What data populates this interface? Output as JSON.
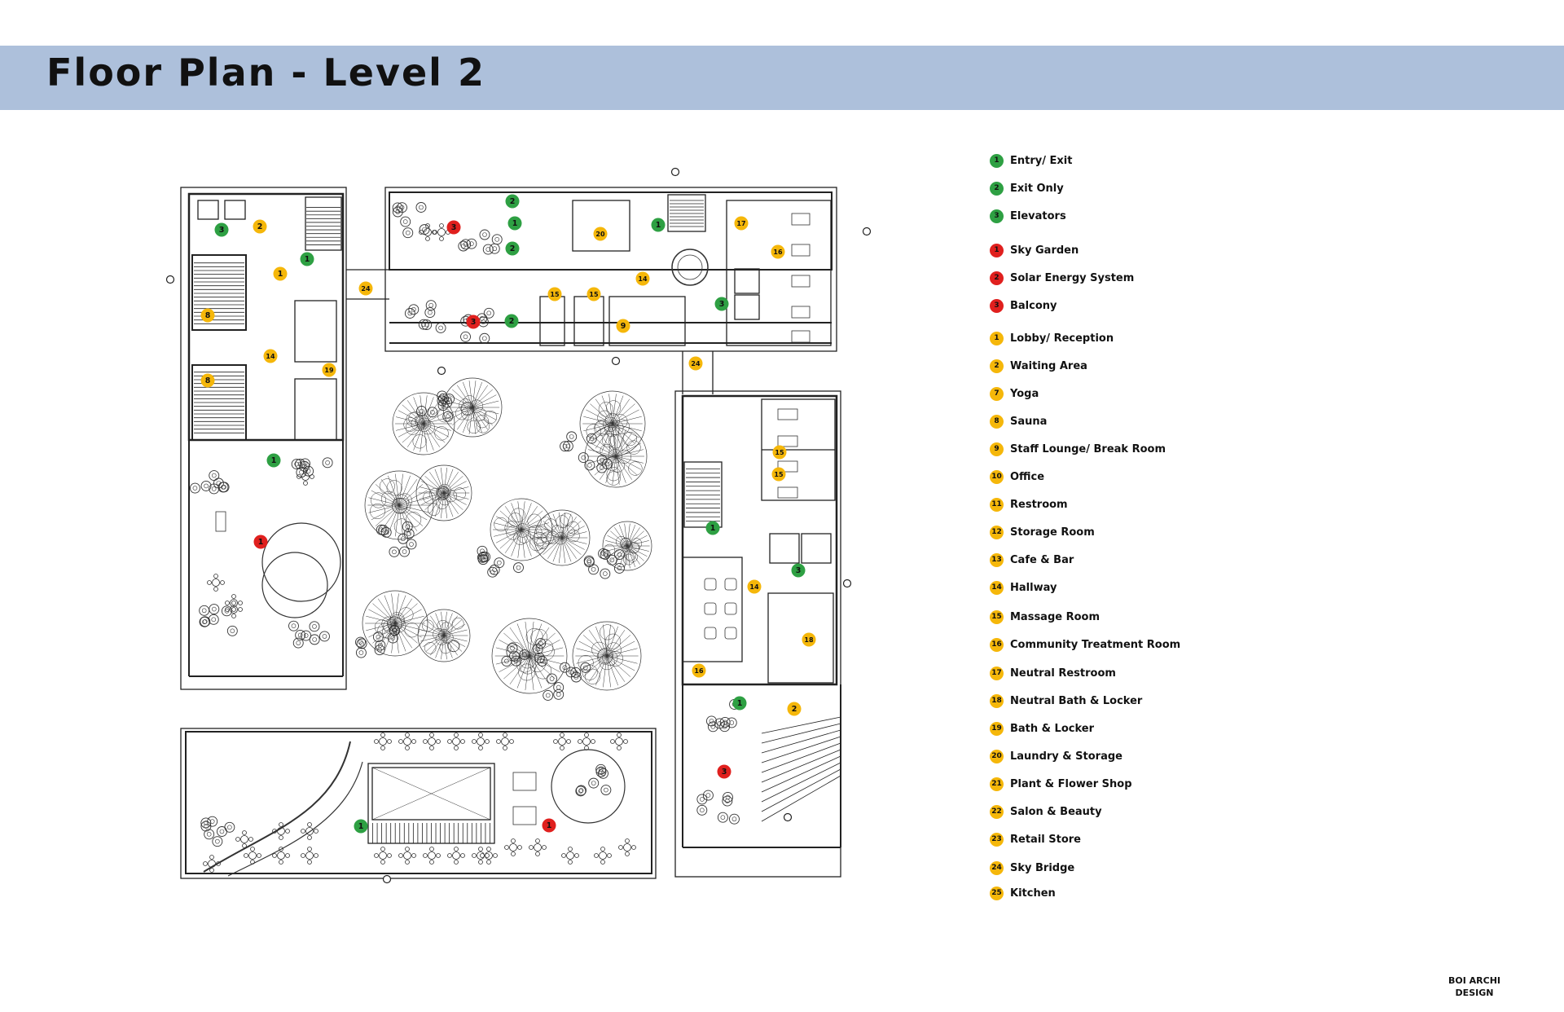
{
  "page": {
    "title": "Floor Plan - Level 2"
  },
  "colors": {
    "title_band": "#adc0db",
    "green": "#2ea043",
    "red": "#e0201e",
    "yellow": "#f5b70a",
    "line": "#222222"
  },
  "legend": [
    {
      "num": "1",
      "label": "Entry/ Exit",
      "color": "green"
    },
    {
      "num": "2",
      "label": "Exit Only",
      "color": "green"
    },
    {
      "num": "3",
      "label": "Elevators",
      "color": "green"
    },
    {
      "num": "1",
      "label": "Sky Garden",
      "color": "red"
    },
    {
      "num": "2",
      "label": "Solar Energy System",
      "color": "red"
    },
    {
      "num": "3",
      "label": "Balcony",
      "color": "red"
    },
    {
      "num": "1",
      "label": "Lobby/ Reception",
      "color": "yellow"
    },
    {
      "num": "2",
      "label": "Waiting Area",
      "color": "yellow"
    },
    {
      "num": "7",
      "label": "Yoga",
      "color": "yellow"
    },
    {
      "num": "8",
      "label": "Sauna",
      "color": "yellow"
    },
    {
      "num": "9",
      "label": "Staff Lounge/ Break Room",
      "color": "yellow"
    },
    {
      "num": "10",
      "label": "Office",
      "color": "yellow"
    },
    {
      "num": "11",
      "label": "Restroom",
      "color": "yellow"
    },
    {
      "num": "12",
      "label": "Storage Room",
      "color": "yellow"
    },
    {
      "num": "13",
      "label": "Cafe & Bar",
      "color": "yellow"
    },
    {
      "num": "14",
      "label": "Hallway",
      "color": "yellow"
    },
    {
      "num": "15",
      "label": "Massage Room",
      "color": "yellow"
    },
    {
      "num": "16",
      "label": "Community Treatment Room",
      "color": "yellow"
    },
    {
      "num": "17",
      "label": "Neutral Restroom",
      "color": "yellow"
    },
    {
      "num": "18",
      "label": "Neutral Bath & Locker",
      "color": "yellow"
    },
    {
      "num": "19",
      "label": "Bath & Locker",
      "color": "yellow"
    },
    {
      "num": "20",
      "label": "Laundry & Storage",
      "color": "yellow"
    },
    {
      "num": "21",
      "label": "Plant & Flower Shop",
      "color": "yellow"
    },
    {
      "num": "22",
      "label": "Salon & Beauty",
      "color": "yellow"
    },
    {
      "num": "23",
      "label": "Retail Store",
      "color": "yellow"
    },
    {
      "num": "24",
      "label": "Sky Bridge",
      "color": "yellow"
    },
    {
      "num": "25",
      "label": "Kitchen",
      "color": "yellow"
    }
  ],
  "markers": [
    {
      "num": "3",
      "color": "green"
    },
    {
      "num": "2",
      "color": "yellow"
    },
    {
      "num": "1",
      "color": "green"
    },
    {
      "num": "1",
      "color": "yellow"
    },
    {
      "num": "8",
      "color": "yellow"
    },
    {
      "num": "14",
      "color": "yellow"
    },
    {
      "num": "19",
      "color": "yellow"
    },
    {
      "num": "8",
      "color": "yellow"
    },
    {
      "num": "1",
      "color": "green"
    },
    {
      "num": "1",
      "color": "red"
    },
    {
      "num": "24",
      "color": "yellow"
    },
    {
      "num": "3",
      "color": "red"
    },
    {
      "num": "2",
      "color": "green"
    },
    {
      "num": "1",
      "color": "green"
    },
    {
      "num": "2",
      "color": "green"
    },
    {
      "num": "20",
      "color": "yellow"
    },
    {
      "num": "1",
      "color": "green"
    },
    {
      "num": "17",
      "color": "yellow"
    },
    {
      "num": "16",
      "color": "yellow"
    },
    {
      "num": "14",
      "color": "yellow"
    },
    {
      "num": "15",
      "color": "yellow"
    },
    {
      "num": "15",
      "color": "yellow"
    },
    {
      "num": "3",
      "color": "red"
    },
    {
      "num": "2",
      "color": "green"
    },
    {
      "num": "9",
      "color": "yellow"
    },
    {
      "num": "3",
      "color": "green"
    },
    {
      "num": "24",
      "color": "yellow"
    },
    {
      "num": "15",
      "color": "yellow"
    },
    {
      "num": "15",
      "color": "yellow"
    },
    {
      "num": "1",
      "color": "green"
    },
    {
      "num": "3",
      "color": "green"
    },
    {
      "num": "14",
      "color": "yellow"
    },
    {
      "num": "18",
      "color": "yellow"
    },
    {
      "num": "16",
      "color": "yellow"
    },
    {
      "num": "1",
      "color": "green"
    },
    {
      "num": "2",
      "color": "yellow"
    },
    {
      "num": "3",
      "color": "red"
    },
    {
      "num": "1",
      "color": "green"
    },
    {
      "num": "1",
      "color": "red"
    }
  ],
  "credit": {
    "line1": "BOI ARCHI",
    "line2": "DESIGN"
  }
}
